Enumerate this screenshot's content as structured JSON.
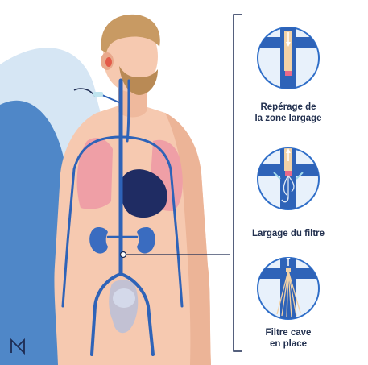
{
  "steps": [
    {
      "caption_line1": "Repérage de",
      "caption_line2": "la zone largage"
    },
    {
      "caption_line1": "Largage du filtre",
      "caption_line2": ""
    },
    {
      "caption_line1": "Filtre cave",
      "caption_line2": "en place"
    }
  ],
  "colors": {
    "background_wave": "#cfe2f3",
    "background_wave_dark": "#4f87c8",
    "skin": "#f6c9b0",
    "skin_shadow": "#e9a98c",
    "hair": "#c89a63",
    "vein_blue": "#2e63b8",
    "lung_pink": "#ef9fa6",
    "heart_navy": "#1f2c63",
    "kidney_blue": "#3a6cc0",
    "ring": "#2f6ec8",
    "catheter": "#f2d2a6",
    "caption_text": "#22304f"
  },
  "icons": [
    "logo-icon"
  ]
}
